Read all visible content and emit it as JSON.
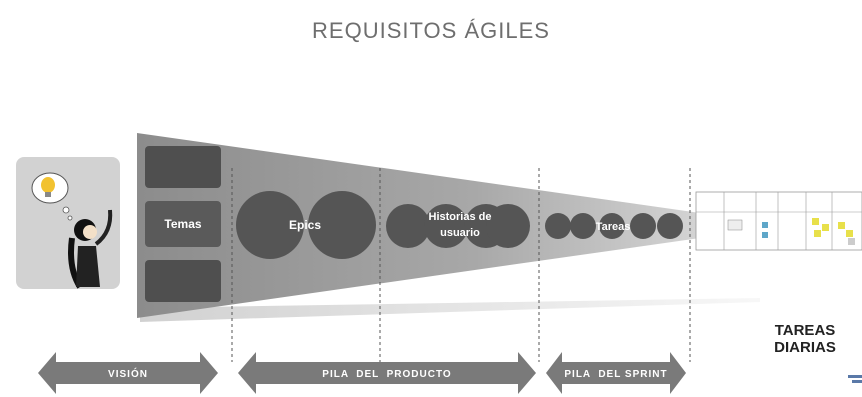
{
  "title": "REQUISITOS ÁGILES",
  "cone_labels": {
    "temas": "Temas",
    "epics": "Epics",
    "historias_line1": "Historias de",
    "historias_line2": "usuario",
    "tareas": "Tareas"
  },
  "phases": [
    {
      "label": "VISIÓN"
    },
    {
      "label": "PILA  DEL  PRODUCTO"
    },
    {
      "label": "PILA  DEL SPRINT"
    }
  ],
  "daily": {
    "line1": "TAREAS",
    "line2": "DIARIAS"
  },
  "colors": {
    "cone": "#9d9d9d",
    "box": "#4f4f4f",
    "circle": "#555555",
    "arrow": "#7a7a7a",
    "title": "#6e6e6e"
  }
}
